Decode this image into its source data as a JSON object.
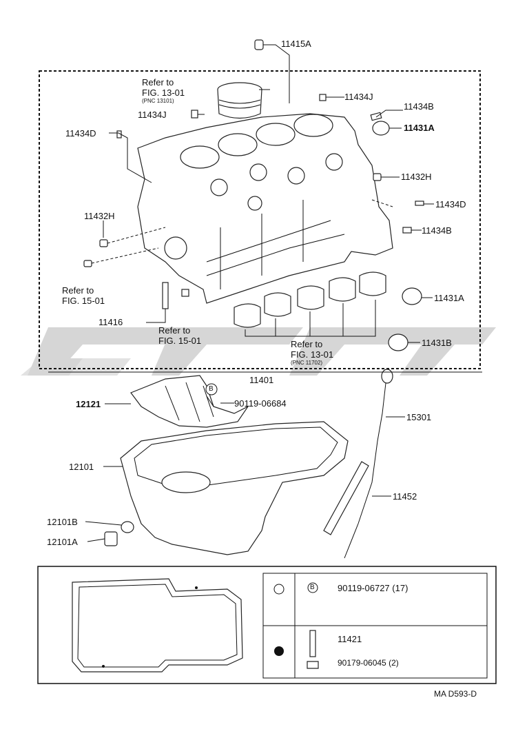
{
  "labels": {
    "p11415A": "11415A",
    "p11434J_top": "11434J",
    "p11434B_top": "11434B",
    "p11431A_top": "11431A",
    "p11434J_left": "11434J",
    "p11434D_left": "11434D",
    "p11432H_right": "11432H",
    "p11434D_right": "11434D",
    "p11432H_left": "11432H",
    "p11434B_right": "11434B",
    "p11431A_right": "11431A",
    "p11416": "11416",
    "p11431B": "11431B",
    "p11401": "11401",
    "p12121": "12121",
    "p90119_06684": "90119-06684",
    "p15301": "15301",
    "p12101": "12101",
    "p11452": "11452",
    "p12101B": "12101B",
    "p12101A": "12101A"
  },
  "refs": {
    "piston": {
      "line1": "Refer to",
      "line2": "FIG. 13-01",
      "pnc": "(PNC 13101)"
    },
    "left": {
      "line1": "Refer to",
      "line2": "FIG. 15-01"
    },
    "center": {
      "line1": "Refer to",
      "line2": "FIG. 15-01"
    },
    "bearing": {
      "line1": "Refer to",
      "line2": "FIG. 13-01",
      "pnc": "(PNC 11702)"
    }
  },
  "legend": {
    "b_marker": "B",
    "row1": "90119-06727 (17)",
    "row2a": "11421",
    "row2b": "90179-06045 (2)"
  },
  "footer": "MA  D593-D",
  "watermark_color": "#c8c8c8"
}
